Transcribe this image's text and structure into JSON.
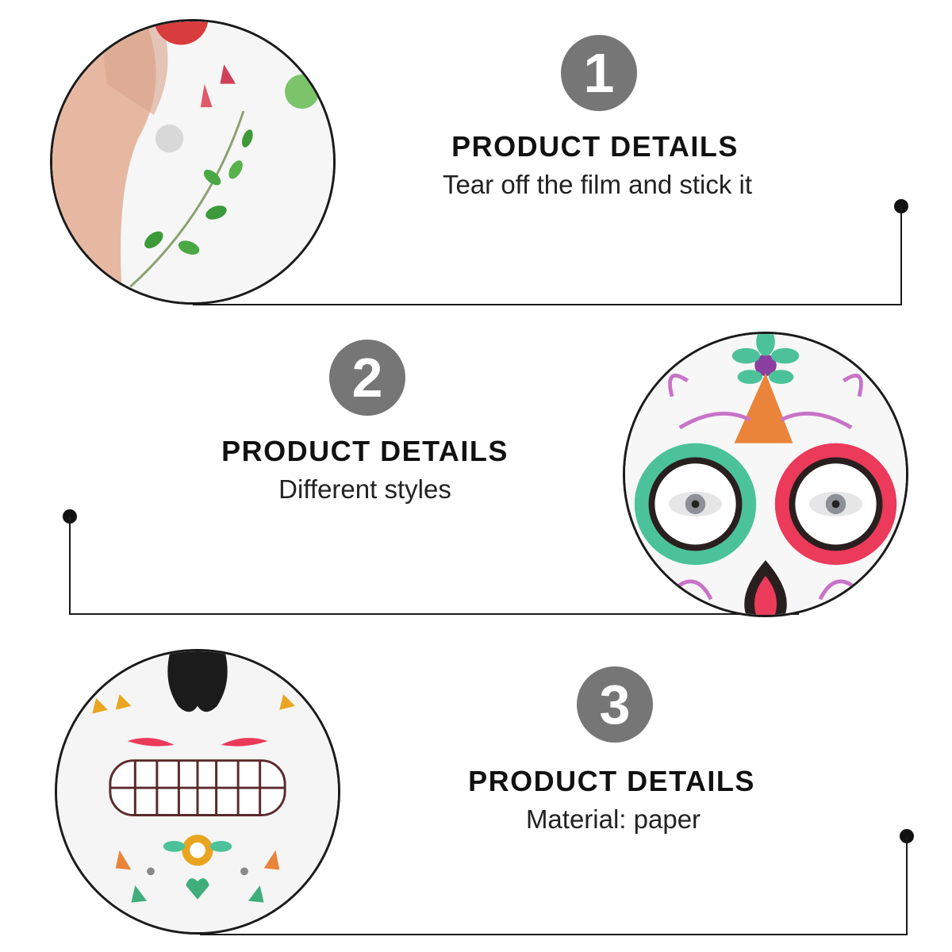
{
  "sections": [
    {
      "number": "1",
      "title": "PRODUCT DETAILS",
      "description": "Tear off the film and stick it",
      "image": "peeling-sticker-leaves-photo"
    },
    {
      "number": "2",
      "title": "PRODUCT DETAILS",
      "description": "Different styles",
      "image": "sugar-skull-eyes-photo"
    },
    {
      "number": "3",
      "title": "PRODUCT DETAILS",
      "description": "Material: paper",
      "image": "sugar-skull-teeth-photo"
    }
  ],
  "colors": {
    "badge": "#767676",
    "line": "#1a1a1a",
    "text": "#111111"
  }
}
